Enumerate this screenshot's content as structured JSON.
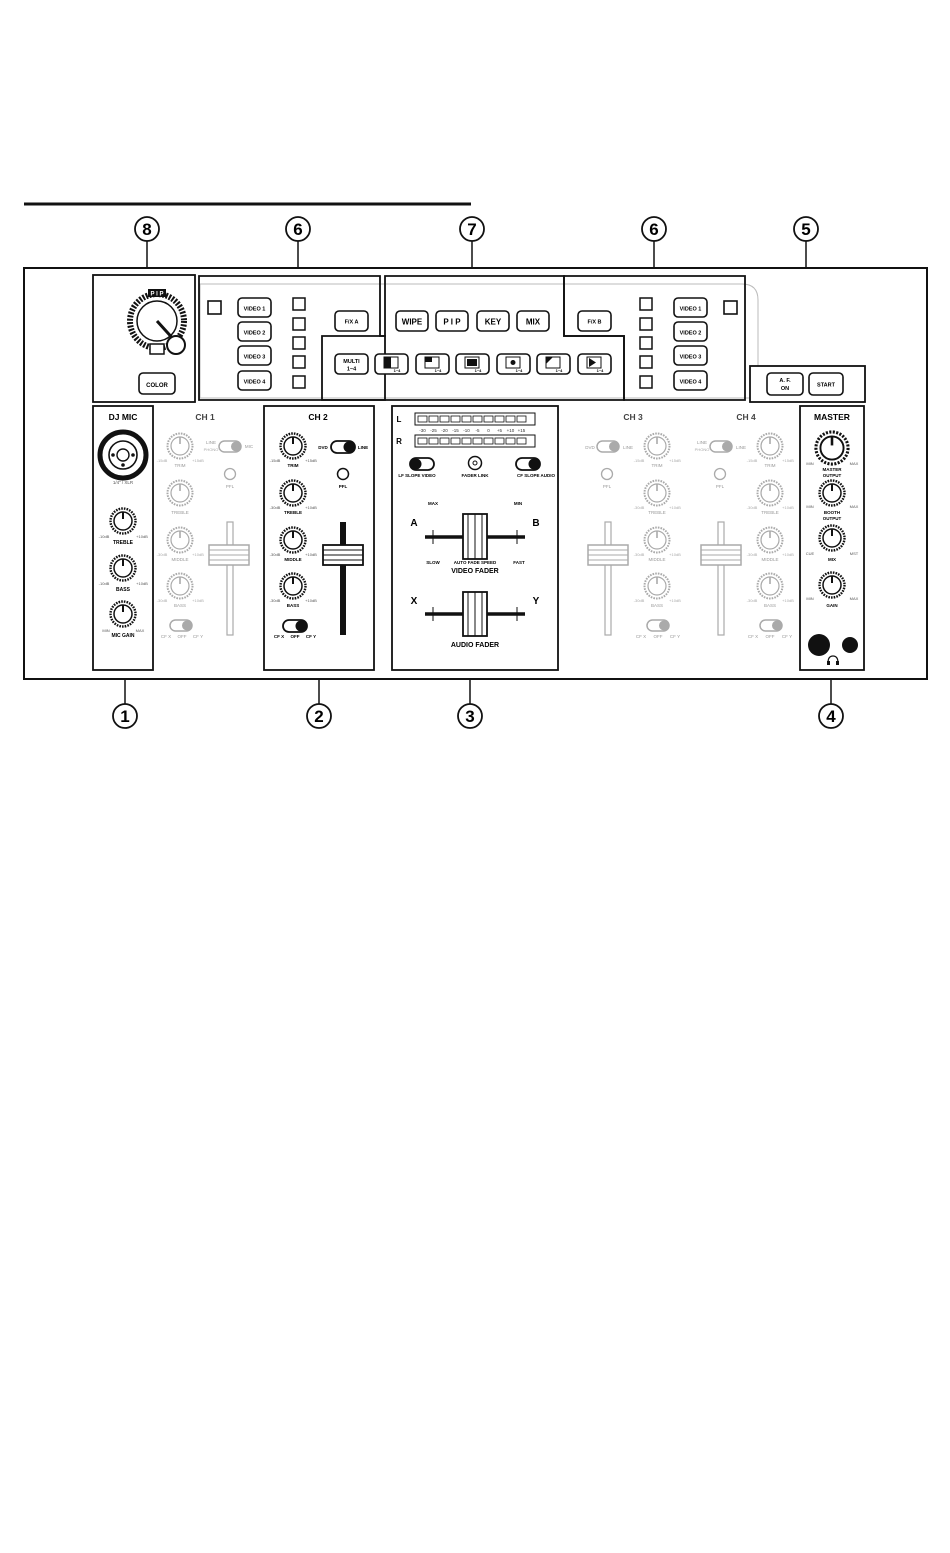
{
  "callouts": [
    "1",
    "2",
    "3",
    "4",
    "5",
    "6",
    "7",
    "8"
  ],
  "pip_panel": {
    "pip_label": "P I P",
    "color_button": "COLOR"
  },
  "video_select_left": {
    "buttons": [
      "VIDEO 1",
      "VIDEO 2",
      "VIDEO 3",
      "VIDEO 4"
    ],
    "fx_button": "F/X A"
  },
  "video_select_right": {
    "buttons": [
      "VIDEO 1",
      "VIDEO 2",
      "VIDEO 3",
      "VIDEO 4"
    ],
    "fx_button": "F/X B"
  },
  "effects": {
    "buttons": [
      "WIPE",
      "P I P",
      "KEY",
      "MIX"
    ],
    "multi_label": "MULTI",
    "range_label": "1~4"
  },
  "auto_fade": {
    "af_on": "A. F. ON",
    "af_line1": "A. F.",
    "af_line2": "ON",
    "start": "START"
  },
  "dj_mic": {
    "title": "DJ MIC",
    "jack_label": "1/4\" / XLR",
    "knobs": [
      {
        "name": "TREBLE",
        "min": "-10dB",
        "max": "+10dB"
      },
      {
        "name": "BASS",
        "min": "-10dB",
        "max": "+10dB"
      },
      {
        "name": "MIC GAIN",
        "min": "MIN",
        "max": "MAX"
      }
    ]
  },
  "channels": {
    "ch1": {
      "title": "CH 1",
      "switch_left": "LINE",
      "switch_left2": "PHONO",
      "switch_right": "MIC"
    },
    "ch2": {
      "title": "CH 2",
      "switch_left": "DVD",
      "switch_right": "LINE"
    },
    "ch3": {
      "title": "CH 3",
      "switch_left": "DVD",
      "switch_right": "LINE"
    },
    "ch4": {
      "title": "CH 4",
      "switch_left": "LINE",
      "switch_left2": "PHONO",
      "switch_right": "LINE"
    },
    "pfl": "PFL",
    "knobs": [
      "TRIM",
      "TREBLE",
      "MIDDLE",
      "BASS"
    ],
    "trim_min": "-15dB",
    "trim_max": "+15dB",
    "eq_min": "-30dB",
    "eq_max": "+10dB",
    "cf": [
      "CF X",
      "OFF",
      "CF Y"
    ]
  },
  "center": {
    "meter_l": "L",
    "meter_r": "R",
    "meter_scale": [
      "-30",
      "-25",
      "-20",
      "-15",
      "-10",
      "-5",
      "0",
      "+5",
      "+10",
      "+15"
    ],
    "lf_slope_video": "LF SLOPE VIDEO",
    "fader_link": "FADER LINK",
    "cf_slope_audio": "CF SLOPE AUDIO",
    "max": "MAX",
    "min": "MIN",
    "a": "A",
    "b": "B",
    "x": "X",
    "y": "Y",
    "slow": "SLOW",
    "fast": "FAST",
    "auto_fade_speed": "AUTO FADE SPEED",
    "video_fader": "VIDEO FADER",
    "audio_fader": "AUDIO FADER"
  },
  "master": {
    "title": "MASTER",
    "knobs": [
      {
        "name1": "MASTER",
        "name2": "OUTPUT",
        "min": "MIN",
        "max": "MAX"
      },
      {
        "name1": "BOOTH",
        "name2": "OUTPUT",
        "min": "MIN",
        "max": "MAX"
      },
      {
        "name1": "MIX",
        "name2": "",
        "min": "CUE",
        "max": "MST"
      },
      {
        "name1": "GAIN",
        "name2": "",
        "min": "MIN",
        "max": "MAX"
      }
    ]
  }
}
